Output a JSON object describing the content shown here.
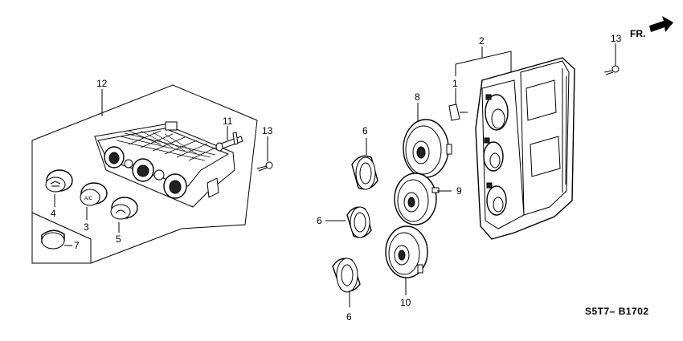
{
  "callouts": {
    "c12": "12",
    "c11": "11",
    "c13a": "13",
    "c4": "4",
    "c3": "3",
    "c5": "5",
    "c7": "7",
    "c6a": "6",
    "c6b": "6",
    "c6c": "6",
    "c8": "8",
    "c9": "9",
    "c10": "10",
    "c2": "2",
    "c1": "1",
    "c13b": "13"
  },
  "direction_label": "FR.",
  "button_label_ac": "A/C",
  "diagram_code": "S5T7– B1702"
}
